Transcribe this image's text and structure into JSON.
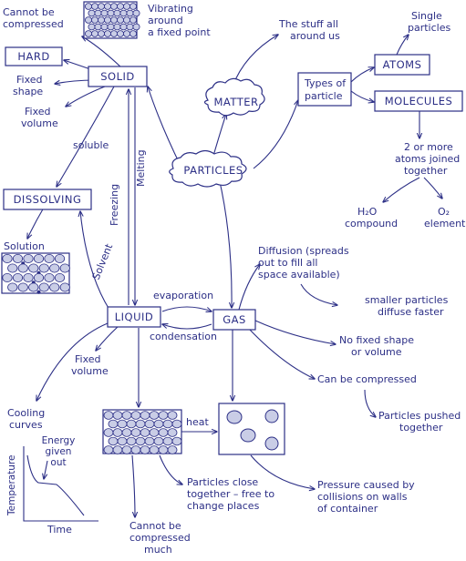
{
  "nodes": {
    "matter": "MATTER",
    "particles": "PARTICLES",
    "solid": "SOLID",
    "liquid": "LIQUID",
    "gas": "GAS",
    "hard": "HARD",
    "dissolving": "DISSOLVING",
    "atoms": "ATOMS",
    "molecules": "MOLECULES",
    "types_of_particle": [
      "Types of",
      "particle"
    ]
  },
  "labels": {
    "cannot_be_compressed_top": [
      "Cannot be",
      "compressed"
    ],
    "vibrating": [
      "Vibrating",
      "around",
      "a fixed point"
    ],
    "stuff_all_around": [
      "The stuff all",
      "around us"
    ],
    "single_particles": [
      "Single",
      "particles"
    ],
    "fixed_shape": [
      "Fixed",
      "shape"
    ],
    "fixed_volume_solid": [
      "Fixed",
      "volume"
    ],
    "soluble": "soluble",
    "melting": "Melting",
    "freezing": "Freezing",
    "solution": "Solution",
    "solvent": "Solvent",
    "atoms_joined": [
      "2 or more",
      "atoms joined",
      "together"
    ],
    "h2o_compound": [
      "H₂O",
      "compound"
    ],
    "o2_element": [
      "O₂",
      "element"
    ],
    "diffusion": [
      "Diffusion (spreads",
      "out to fill all",
      "space available)"
    ],
    "smaller_particles": [
      "smaller particles",
      "diffuse faster"
    ],
    "evaporation": "evaporation",
    "condensation": "condensation",
    "no_fixed_shape": [
      "No fixed shape",
      "or volume"
    ],
    "fixed_volume_liquid": [
      "Fixed",
      "volume"
    ],
    "can_be_compressed": "Can be compressed",
    "particles_pushed": [
      "Particles pushed",
      "together"
    ],
    "cooling_curves": [
      "Cooling",
      "curves"
    ],
    "heat": "heat",
    "energy_given_out": [
      "Energy",
      "given",
      "out"
    ],
    "temperature": "Temperature",
    "time": "Time",
    "particles_close": [
      "Particles close",
      "together – free to",
      "change places"
    ],
    "pressure_caused": [
      "Pressure caused by",
      "collisions on walls",
      "of container"
    ],
    "cannot_be_compressed_much": [
      "Cannot be",
      "compressed",
      "much"
    ]
  },
  "colors": {
    "ink": "#2c2f86",
    "paper": "#ffffff",
    "particle_fill": "#c9cde6"
  }
}
